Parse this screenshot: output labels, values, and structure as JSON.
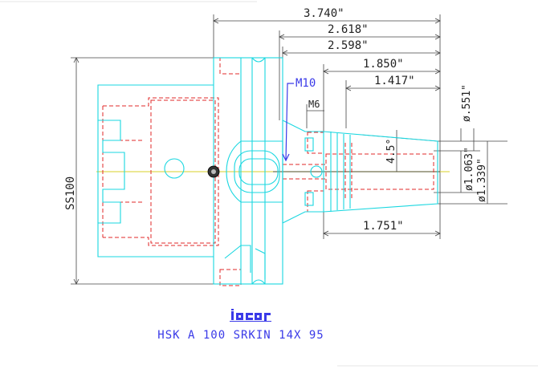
{
  "drawing": {
    "dims": {
      "overall": "3.740\"",
      "d2618": "2.618\"",
      "d2598": "2.598\"",
      "d1850": "1.850\"",
      "d1417": "1.417\"",
      "d1751": "1.751\"",
      "m10": "M10",
      "m6": "M6",
      "angle": "4.5°",
      "dia551": "ø.551\"",
      "dia1063": "ø1.063\"",
      "dia1339": "ø1.339\"",
      "ss100": "SS100"
    },
    "logo_text": "iscar",
    "caption": "HSK A 100 SRKIN 14X 95"
  },
  "colors": {
    "outline": "#19d7e0",
    "hidden": "#e02a2a",
    "dimension": "#444444",
    "callout": "#3a3ae8",
    "centerline": "#d8d22a"
  }
}
